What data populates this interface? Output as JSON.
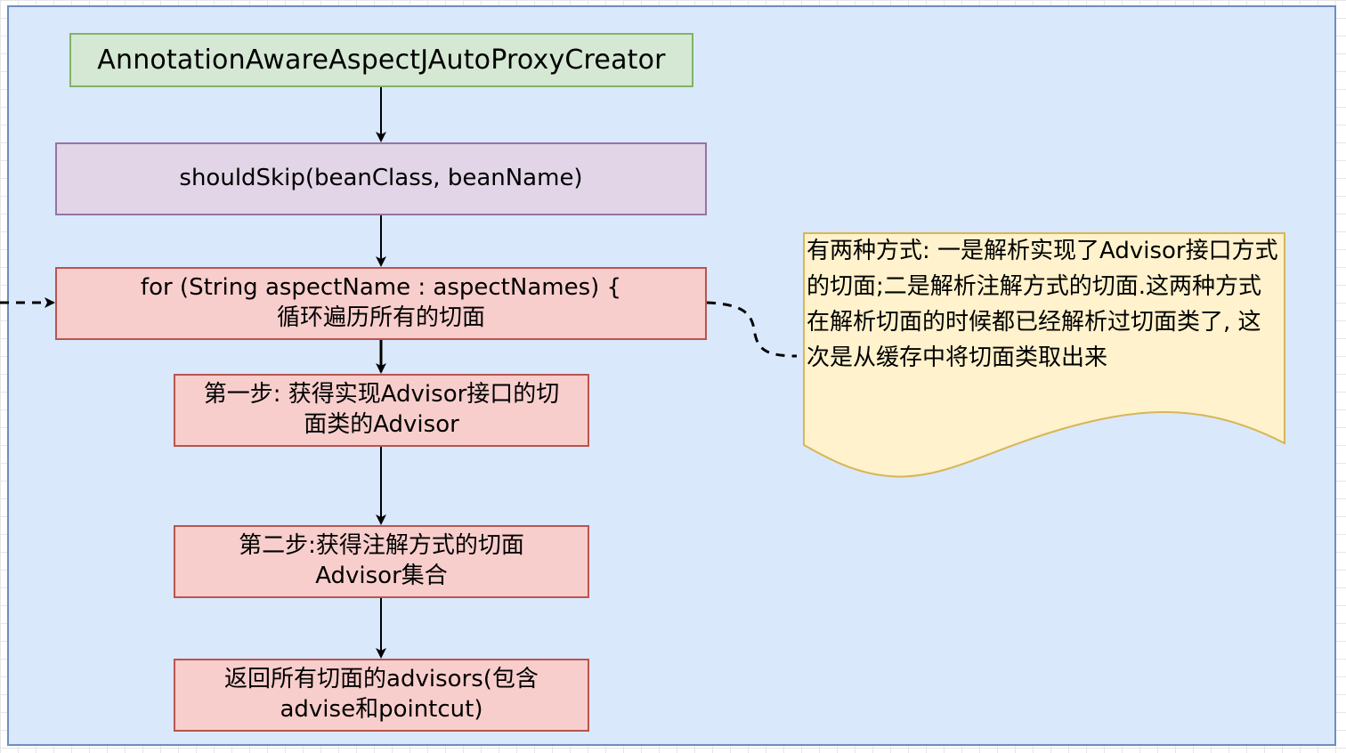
{
  "diagram": {
    "title_node": "AnnotationAwareAspectJAutoProxyCreator",
    "should_skip_node": "shouldSkip(beanClass, beanName)",
    "loop_node": {
      "line1": "for (String aspectName : aspectNames) {",
      "line2": "循环遍历所有的切面"
    },
    "step1_node": "第一步: 获得实现Advisor接口的切\n面类的Advisor",
    "step2_node": "第二步:获得注解方式的切面\nAdvisor集合",
    "return_node": "返回所有切面的advisors(包含\nadvise和pointcut)",
    "note": "有两种方式: 一是解析实现了Advisor接口方式的切面;二是解析注解方式的切面.这两种方式在解析切面的时候都已经解析过切面类了, 这次是从缓存中将切面类取出来"
  },
  "colors": {
    "container_fill": "#dae8fc",
    "container_stroke": "#6c8ebf",
    "green_fill": "#d5e8d4",
    "green_stroke": "#82b366",
    "purple_fill": "#e1d5e7",
    "purple_stroke": "#9673a6",
    "red_fill": "#f8cecc",
    "red_stroke": "#b85450",
    "note_fill": "#fff2cc",
    "note_stroke": "#d6b656"
  }
}
